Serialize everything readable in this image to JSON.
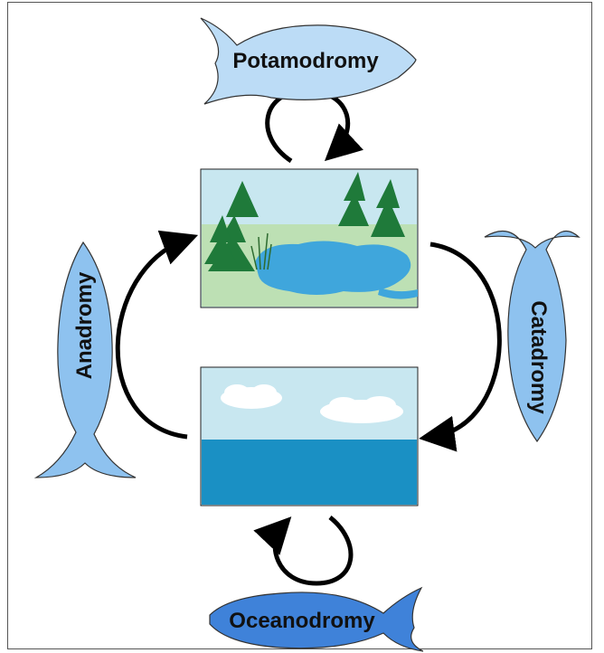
{
  "fish": {
    "potamodromy": {
      "label": "Potamodromy",
      "color": "#bcdcf6"
    },
    "anadromy": {
      "label": "Anadromy",
      "color": "#8ec2ef"
    },
    "catadromy": {
      "label": "Catadromy",
      "color": "#8ec2ef"
    },
    "oceanodromy": {
      "label": "Oceanodromy",
      "color": "#3f82d9"
    }
  },
  "colors": {
    "sky": "#c8e7f0",
    "grass": "#bde0b4",
    "water": "#3fa6dc",
    "tree": "#1f7a3a",
    "ocean": "#1a90c4",
    "arrow": "#000000"
  }
}
